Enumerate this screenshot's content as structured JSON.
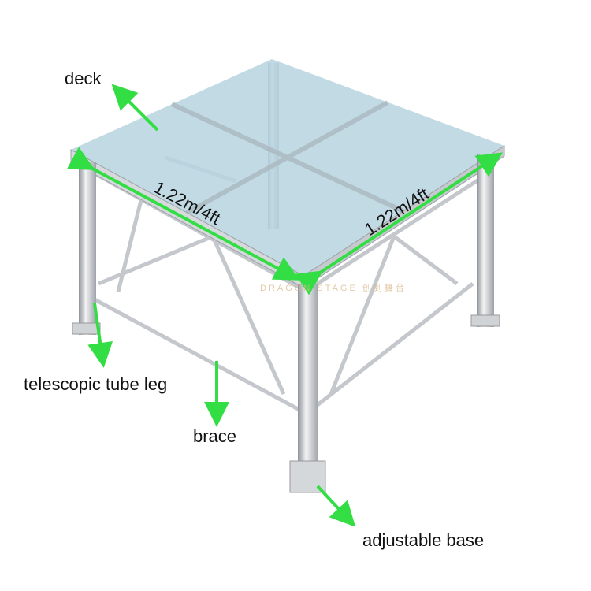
{
  "labels": {
    "deck": "deck",
    "telescopic_leg": "telescopic tube leg",
    "brace": "brace",
    "adjustable_base": "adjustable base"
  },
  "dimensions": {
    "left_edge": "1.22m/4ft",
    "right_edge": "1.22m/4ft"
  },
  "watermark": "DRAGON STAGE 创到舞台",
  "colors": {
    "arrow": "#33dd44",
    "deck_glass": "#b7d3df",
    "frame": "#c9ccd0"
  }
}
